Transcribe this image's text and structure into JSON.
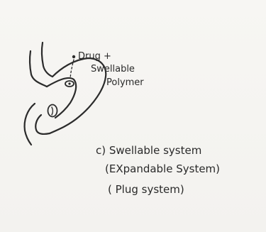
{
  "diagram": {
    "label_drug_polymer": {
      "line1": "Drug +",
      "line2": "Swellable",
      "line3": "Polymer"
    },
    "system": {
      "heading": "c) Swellable system",
      "line2": "(EXpandable System)",
      "line3": "( Plug system)"
    }
  }
}
